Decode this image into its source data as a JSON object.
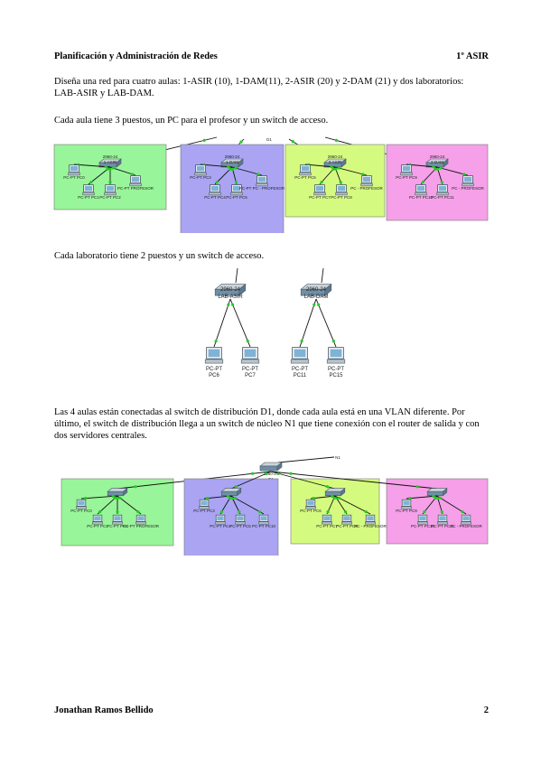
{
  "header": {
    "title": "Planificación y Administración de Redes",
    "course": "1º ASIR"
  },
  "paragraphs": {
    "p1": "Diseña una red para cuatro aulas: 1-ASIR (10), 1-DAM(11), 2-ASIR (20) y 2-DAM (21) y dos laboratorios: LAB-ASIR y LAB-DAM.",
    "p2": "Cada aula tiene 3 puestos, un PC para el profesor y un switch de acceso.",
    "p3": "Cada laboratorio tiene 2 puestos y un switch de acceso.",
    "p4": "Las 4 aulas están conectadas al switch de distribución D1, donde cada aula está en una VLAN diferente. Por último, el switch de distribución llega a un switch de núcleo N1 que tiene conexión con el router de salida y con dos servidores centrales."
  },
  "diagram1": {
    "rooms": [
      {
        "color": "#99f599",
        "switch": "2960-24\n1-ASIR",
        "pcs": [
          "PC-PT PC0",
          "PC-PT PC1",
          "PC-PT PC2",
          "PC-PT PROFESOR"
        ]
      },
      {
        "color": "#aaa4f3",
        "switch": "2960-24\n1-DAM",
        "pcs": [
          "PC-PT PC3",
          "PC-PT PC4",
          "PC-PT PC5",
          "PC-PT PC - PROFESOR"
        ]
      },
      {
        "color": "#d5fa80",
        "switch": "2960-24\n2-ASIR",
        "pcs": [
          "PC-PT PC6",
          "PC-PT PC7",
          "PC-PT PC8",
          "PC - PROFESOR"
        ]
      },
      {
        "color": "#f5a0e8",
        "switch": "2960-24\n2-DAM",
        "pcs": [
          "PC-PT PC9",
          "PC-PT PC10",
          "PC-PT PC11",
          "PC - PROFESOR"
        ]
      }
    ],
    "top_label": "D1"
  },
  "diagram2": {
    "labs": [
      {
        "switch_model": "2960-24",
        "switch_name": "LAB-ASIR",
        "pcs": [
          {
            "t": "PC-PT",
            "n": "PC6"
          },
          {
            "t": "PC-PT",
            "n": "PC7"
          }
        ]
      },
      {
        "switch_model": "2960-24",
        "switch_name": "LAB-DAM",
        "pcs": [
          {
            "t": "PC-PT",
            "n": "PC11"
          },
          {
            "t": "PC-PT",
            "n": "PC15"
          }
        ]
      }
    ]
  },
  "diagram3": {
    "top_switch": "2960-24\nD1",
    "top_label": "N1",
    "rooms": [
      {
        "color": "#99f599",
        "pcs": [
          "PC-PT PC0",
          "PC-PT PC1",
          "PC-PT PC2",
          "PC-PT PROFESOR"
        ]
      },
      {
        "color": "#aaa4f3",
        "pcs": [
          "PC-PT PC3",
          "PC-PT PC4",
          "PC-PT PC5",
          "PC-PT PC10"
        ]
      },
      {
        "color": "#d5fa80",
        "pcs": [
          "PC-PT PC6",
          "PC-PT PC7",
          "PC-PT PC8",
          "PC - PROFESOR"
        ]
      },
      {
        "color": "#f5a0e8",
        "pcs": [
          "PC-PT PC9",
          "PC-PT PC10",
          "PC-PT PC11",
          "PC - PROFESOR"
        ]
      }
    ]
  },
  "footer": {
    "author": "Jonathan Ramos Bellido",
    "page": "2"
  }
}
